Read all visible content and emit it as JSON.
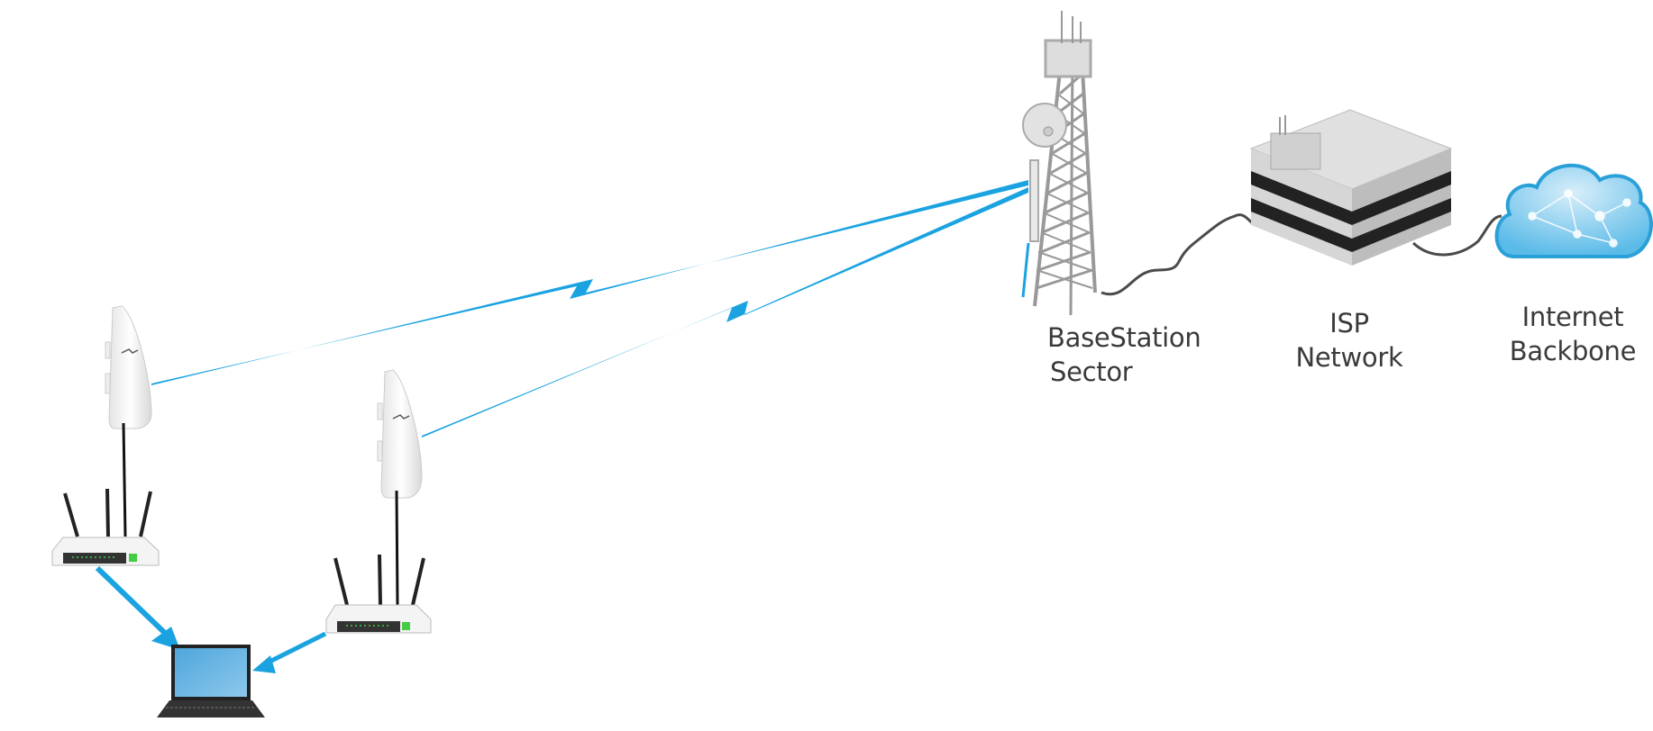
{
  "labels": {
    "basestation_line1": "BaseStation",
    "basestation_line2": "Sector",
    "isp_line1": "ISP",
    "isp_line2": "Network",
    "internet_line1": "Internet",
    "internet_line2": "Backbone"
  },
  "colors": {
    "link": "#1aa3e0",
    "cable": "#4a4a4a",
    "label": "#3a3a3a"
  }
}
